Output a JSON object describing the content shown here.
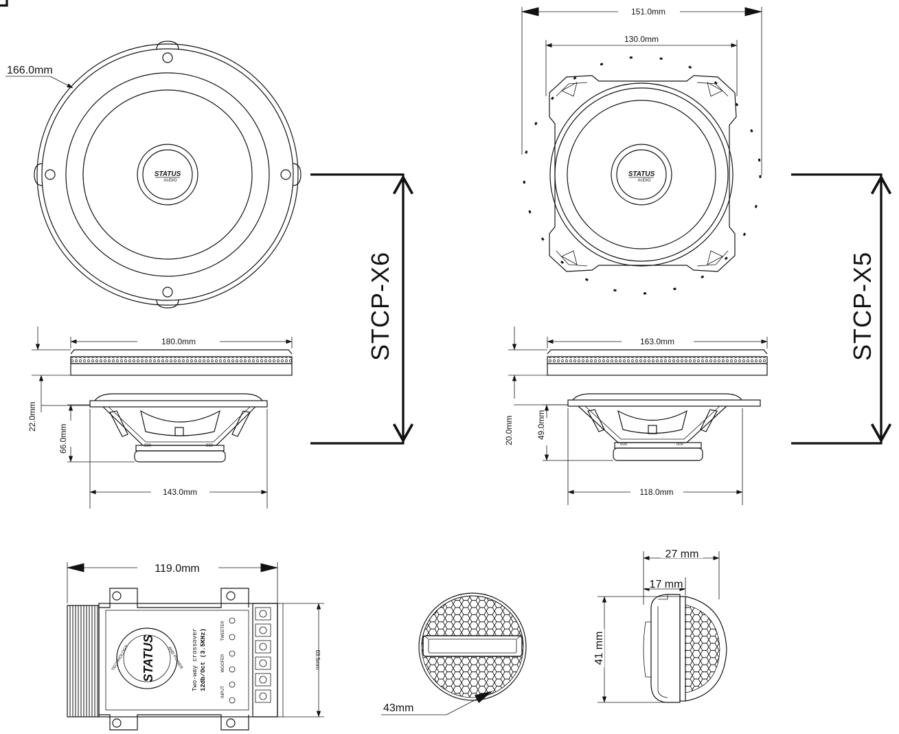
{
  "models": {
    "left": "STCP-X6",
    "right": "STCP-X5"
  },
  "brand": {
    "logo": "STATUS",
    "sub": "AUDIO",
    "ring_left": "TECHNOLOGY",
    "ring_right": "AND POWER"
  },
  "x6": {
    "outer_diameter": "166.0mm",
    "grille_width": "180.0mm",
    "mount_depth": "22.0mm",
    "magnet_depth": "66.0mm",
    "basket_width": "143.0mm"
  },
  "x5": {
    "overall_width": "151.0mm",
    "cone_width": "130.0mm",
    "grille_width": "163.0mm",
    "mount_depth": "20.0mm",
    "magnet_depth": "49.0mm",
    "basket_width": "118.0mm"
  },
  "crossover": {
    "width": "119.0mm",
    "height": "63.5mm",
    "title": "Two-way crossover",
    "spec": "12db/Oct (3.5KHz)",
    "terminals": [
      "TWEETER",
      "WOOFER",
      "INPUT"
    ]
  },
  "tweeter": {
    "diameter": "43mm",
    "depth_total": "27 mm",
    "depth_body": "17 mm",
    "height": "41 mm"
  }
}
